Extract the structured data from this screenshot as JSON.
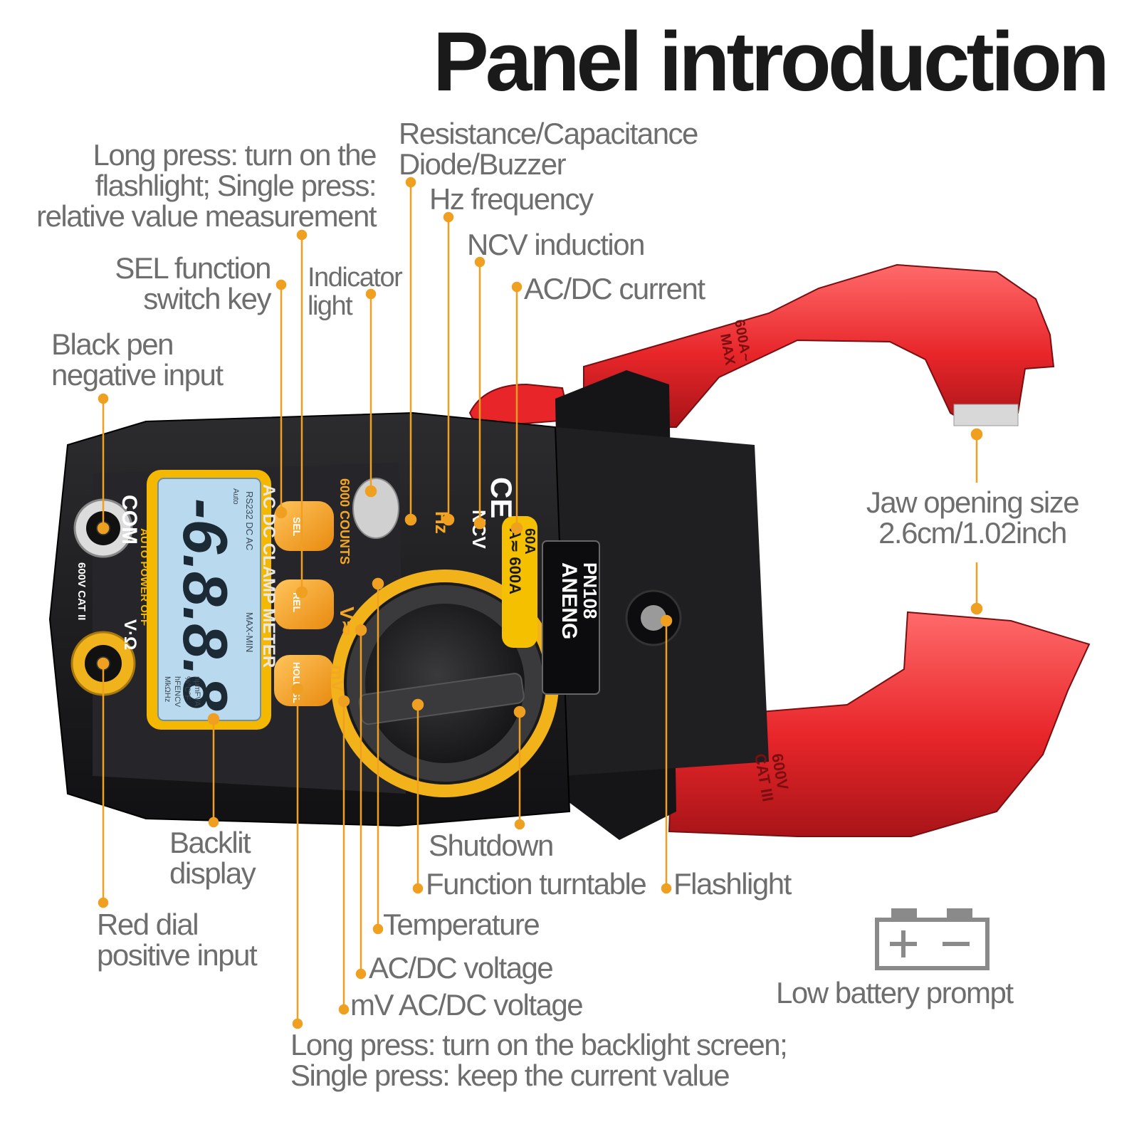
{
  "title": "Panel introduction",
  "colors": {
    "accent_orange": "#f0a020",
    "label_gray": "#6e6e6e",
    "jaw_red": "#e8262a",
    "body_black": "#1d1d1f",
    "lcd_blue": "#b8d9ee",
    "button_orange": "#f7a823"
  },
  "labels": {
    "rel_key": [
      "Long press: turn on the",
      "flashlight; Single press:",
      "relative value measurement"
    ],
    "sel_key": [
      "SEL function",
      "switch key"
    ],
    "indicator": [
      "Indicator",
      "light"
    ],
    "com_input": [
      "Black pen",
      "negative input"
    ],
    "resistance": [
      "Resistance/Capacitance",
      "Diode/Buzzer"
    ],
    "hz": "Hz frequency",
    "ncv": "NCV induction",
    "acdc_current": "AC/DC current",
    "jaw_opening": [
      "Jaw opening size",
      "2.6cm/1.02inch"
    ],
    "backlit": [
      "Backlit",
      "display"
    ],
    "red_input": [
      "Red dial",
      "positive input"
    ],
    "shutdown": "Shutdown",
    "turntable": "Function turntable",
    "flashlight": "Flashlight",
    "temperature": "Temperature",
    "acdc_voltage": "AC/DC voltage",
    "mv_voltage": "mV AC/DC voltage",
    "hold_key": [
      "Long press: turn on the backlight screen;",
      "Single press: keep the current value"
    ],
    "low_battery": "Low battery prompt"
  },
  "device": {
    "brand": "ANENG",
    "model": "PN108",
    "ce": "CE",
    "counts": "6000 COUNTS",
    "meter_name": "AC DC CLAMP METER",
    "auto_off": "AUTO POWER OFF",
    "lcd_header": "RS232 DC AC",
    "lcd_minmax": "MAX-MIN",
    "lcd_auto": "Auto",
    "lcd_digits": "-6.8.8.8",
    "lcd_units": [
      "MkΩHz",
      "hFENCV",
      "%°C°F",
      "nμmFVA"
    ],
    "buttons": [
      "SEL",
      "REL",
      "HOLD BL"
    ],
    "com": "COM",
    "cat_com": "600V CAT II",
    "vohm": "V·Ω",
    "dial_hz": "Hz",
    "dial_ncv": "NCV",
    "dial_v": "V≂",
    "dial_mv": "mV",
    "dial_current": [
      "A≂ 600A",
      "60A"
    ],
    "jaw_top_mark": [
      "MAX",
      "600A~"
    ],
    "jaw_bottom_mark": [
      "600V",
      "CAT III"
    ]
  }
}
